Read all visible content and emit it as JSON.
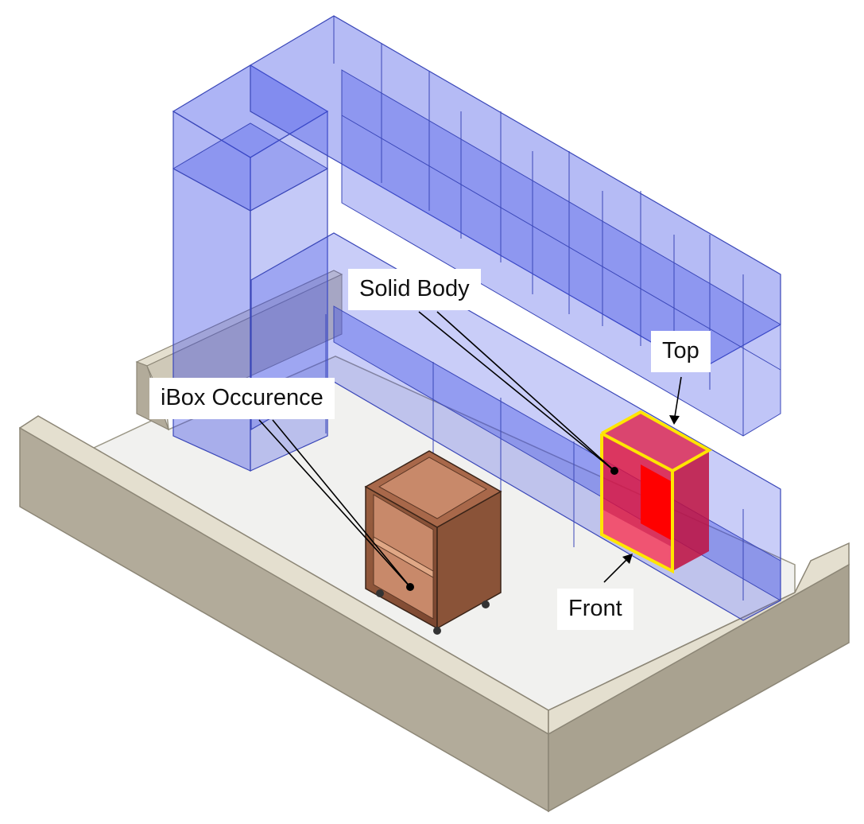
{
  "callouts": {
    "solid_body": "Solid Body",
    "ibox_occurence": "iBox Occurence",
    "top": "Top",
    "front": "Front"
  },
  "colors": {
    "wall_face": "#b2ab9a",
    "wall_top": "#e4dfcf",
    "floor": "#f1f1ef",
    "solid_box_fill": "#3c4ce6",
    "solid_box_edge": "#3a47b8",
    "selected_box_fill": "#e0103a",
    "selected_box_highlight": "#ff0000",
    "selection_outline": "#ffe600",
    "cabinet_wood": "#8a5338",
    "cabinet_panel": "#c8896a",
    "leader_line": "#000000"
  }
}
